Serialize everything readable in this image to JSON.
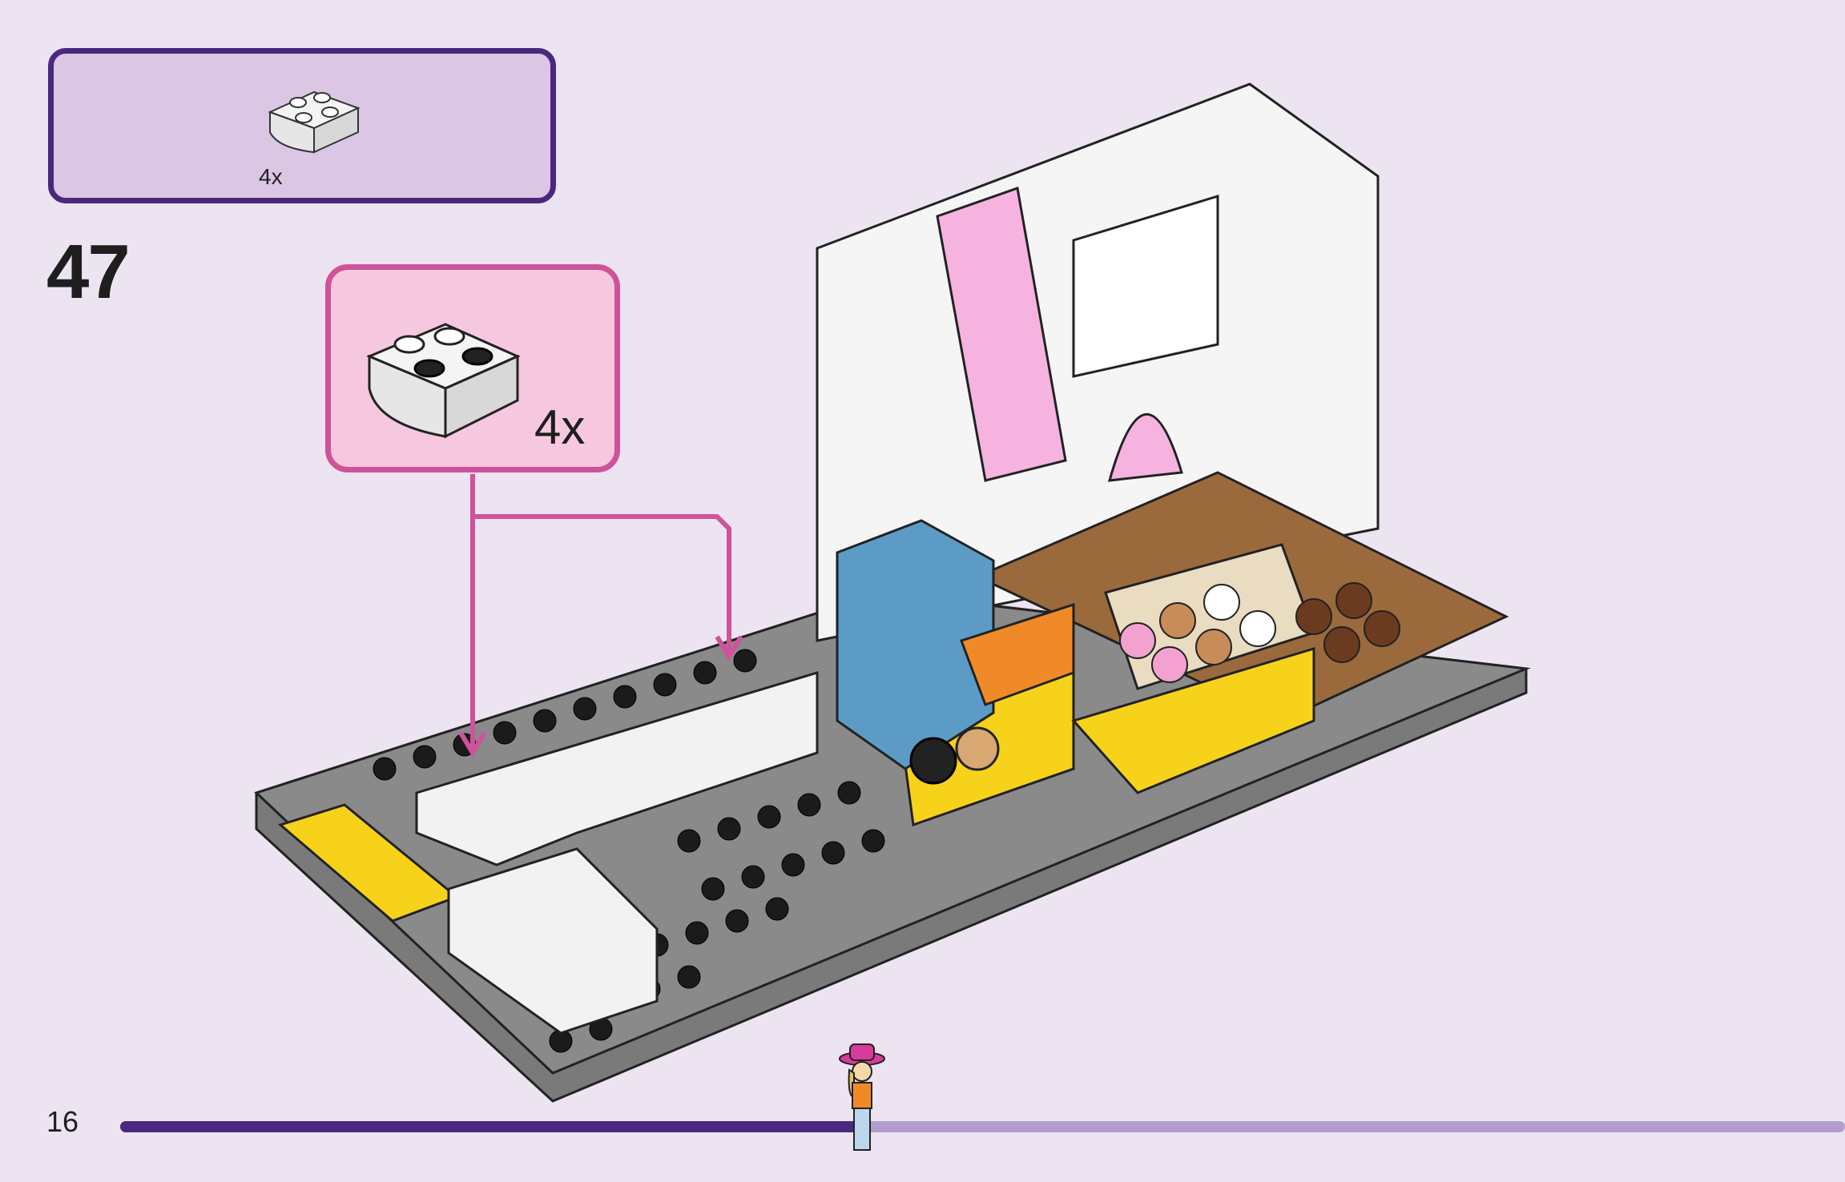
{
  "parts_list": {
    "quantity": "4x"
  },
  "step": {
    "number": "47"
  },
  "callout": {
    "quantity": "4x"
  },
  "footer": {
    "page_number": "16",
    "progress": 0.43
  },
  "colors": {
    "accent_purple": "#4a2880",
    "accent_pink": "#d0529a",
    "background": "#ece4f1"
  }
}
